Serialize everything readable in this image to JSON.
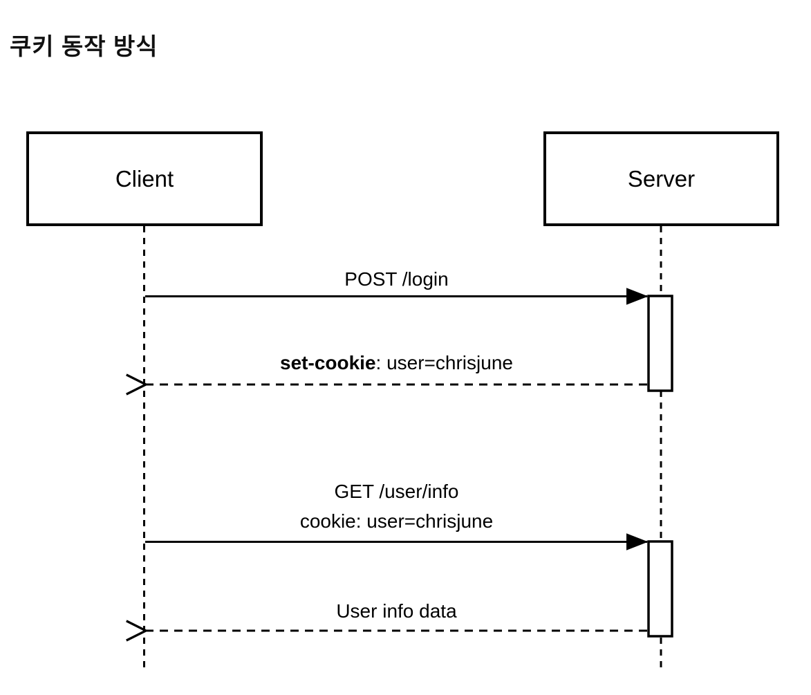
{
  "title": "쿠키 동작 방식",
  "diagram": {
    "type": "sequence",
    "colors": {
      "stroke": "#000000",
      "background": "#ffffff"
    },
    "actors": [
      {
        "id": "client",
        "label": "Client"
      },
      {
        "id": "server",
        "label": "Server"
      }
    ],
    "messages": [
      {
        "label": "POST /login",
        "from": "Client",
        "to": "Server",
        "line": "solid"
      },
      {
        "label_bold": "set-cookie",
        "label_rest": ": user=chrisjune",
        "from": "Server",
        "to": "Client",
        "line": "dashed"
      },
      {
        "label": "GET /user/info",
        "label_line2": "cookie: user=chrisjune",
        "from": "Client",
        "to": "Server",
        "line": "solid"
      },
      {
        "label": "User info data",
        "from": "Server",
        "to": "Client",
        "line": "dashed"
      }
    ]
  }
}
